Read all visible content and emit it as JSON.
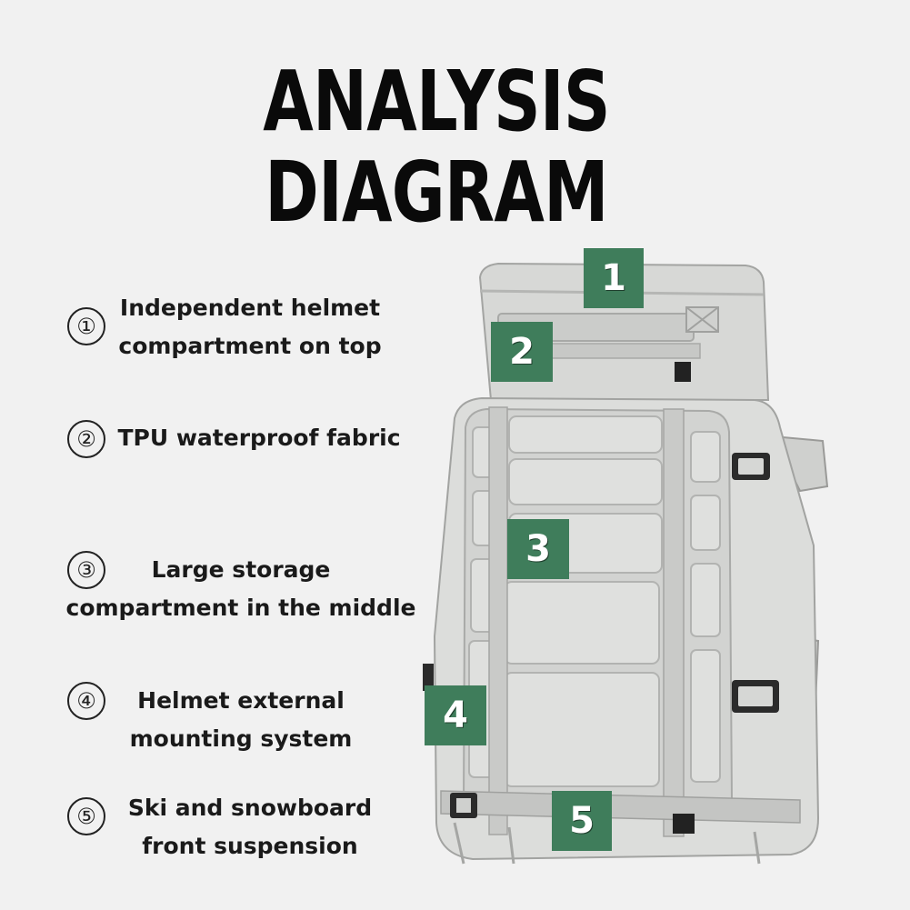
{
  "title": "ANALYSIS DIAGRAM",
  "features": [
    {
      "marker": "①",
      "lines": [
        "Independent helmet",
        "compartment on top"
      ]
    },
    {
      "marker": "②",
      "lines": [
        "TPU waterproof fabric"
      ]
    },
    {
      "marker": "③",
      "lines": [
        "Large storage",
        "compartment in the middle"
      ]
    },
    {
      "marker": "④",
      "lines": [
        "Helmet external",
        "mounting system"
      ]
    },
    {
      "marker": "⑤",
      "lines": [
        "Ski and snowboard",
        "front suspension"
      ]
    }
  ],
  "badges": [
    "1",
    "2",
    "3",
    "4",
    "5"
  ],
  "colors": {
    "badge": "#3f7d5b",
    "background": "#f1f1f1",
    "bag": "#d9dad8"
  }
}
